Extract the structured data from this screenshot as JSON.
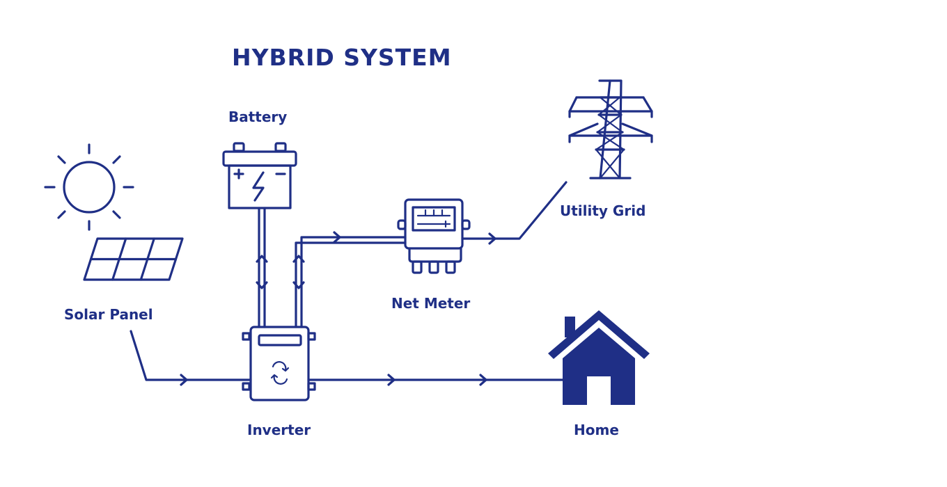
{
  "title": "HYBRID SYSTEM",
  "nodes": {
    "battery": "Battery",
    "solar_panel": "Solar Panel",
    "net_meter": "Net Meter",
    "utility_grid": "Utility Grid",
    "inverter": "Inverter",
    "home": "Home"
  },
  "colors": {
    "primary": "#1f2f86",
    "background": "#ffffff"
  },
  "icons": [
    "sun-icon",
    "solar-panel-icon",
    "battery-icon",
    "inverter-icon",
    "net-meter-icon",
    "transmission-tower-icon",
    "house-icon"
  ]
}
